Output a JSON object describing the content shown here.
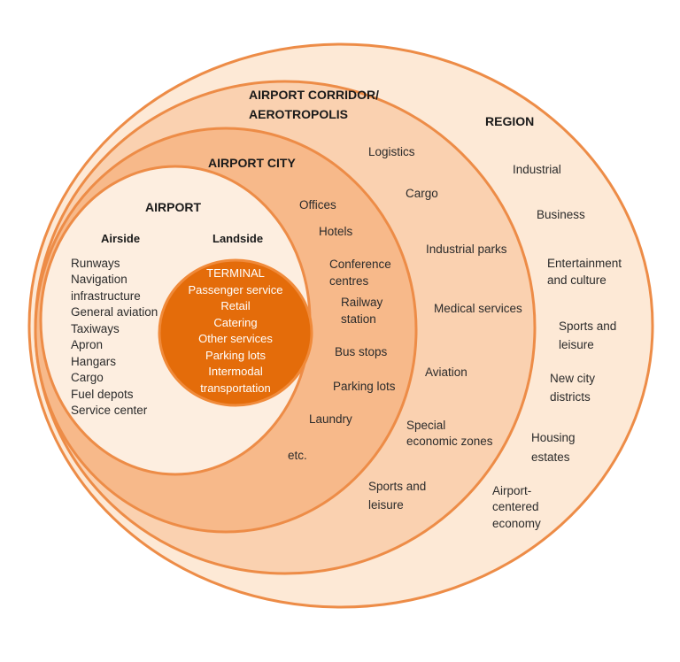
{
  "colors": {
    "region": "#fde9d6",
    "corridor": "#fad1b0",
    "airport_city": "#f7b98a",
    "airport": "#fdeee0",
    "terminal": "#e46c0a",
    "outline": "#ed8c47",
    "text": "#2b2b2b"
  },
  "region": {
    "title": "REGION",
    "items": [
      "Industrial",
      "Business",
      "Entertainment",
      "and culture",
      "Sports and",
      "leisure",
      "New city",
      "districts",
      "Housing",
      "estates",
      "Airport-",
      "centered",
      "economy"
    ]
  },
  "corridor": {
    "title_line1": "AIRPORT CORRIDOR/",
    "title_line2": "AEROTROPOLIS",
    "items": [
      "Logistics",
      "Cargo",
      "Industrial parks",
      "Medical services",
      "Aviation",
      "Special",
      "economic zones",
      "Sports and",
      "leisure"
    ]
  },
  "airport_city": {
    "title": "AIRPORT CITY",
    "items": [
      "Offices",
      "Hotels",
      "Conference",
      "centres",
      "Railway",
      "station",
      "Bus stops",
      "Parking lots",
      "Laundry",
      "etc."
    ]
  },
  "airport": {
    "title": "AIRPORT",
    "airside_label": "Airside",
    "landside_label": "Landside",
    "airside_items": [
      "Runways",
      "Navigation",
      "infrastructure",
      "General aviation",
      "Taxiways",
      "Apron",
      "Hangars",
      "Cargo",
      "Fuel depots",
      "Service center"
    ]
  },
  "terminal": {
    "items": [
      "TERMINAL",
      "Passenger service",
      "Retail",
      "Catering",
      "Other services",
      "Parking lots",
      "Intermodal",
      "transportation"
    ]
  }
}
